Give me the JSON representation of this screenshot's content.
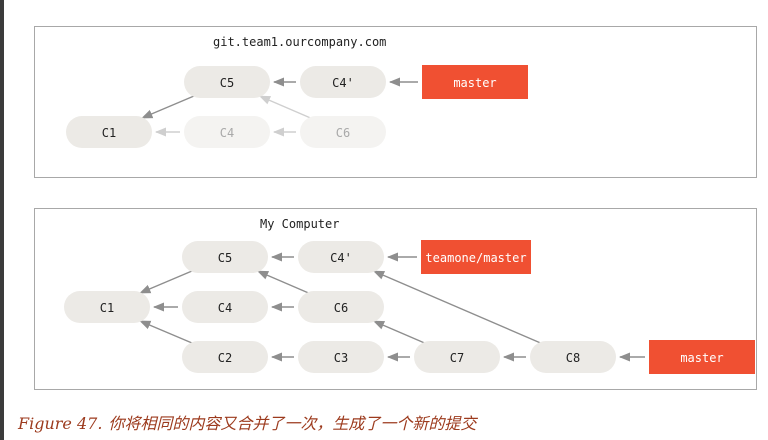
{
  "caption": {
    "figure_number": "Figure 47.",
    "text": "你将相同的内容又合并了一次，生成了一个新的提交"
  },
  "colors": {
    "branch": "#f05032",
    "commit_fill": "#eceae6",
    "arrow": "#8e8e8e",
    "caption": "#9c3a1d"
  },
  "top_panel": {
    "title": "git.team1.ourcompany.com",
    "commits": [
      {
        "id": "C1",
        "faded": false
      },
      {
        "id": "C5",
        "faded": false
      },
      {
        "id": "C4'",
        "faded": false
      },
      {
        "id": "C4",
        "faded": true
      },
      {
        "id": "C6",
        "faded": true
      }
    ],
    "branches": [
      {
        "label": "master",
        "points_to": "C4'"
      }
    ],
    "parent_links": [
      {
        "child": "C5",
        "parent": "C1",
        "faded": false
      },
      {
        "child": "C4'",
        "parent": "C5",
        "faded": false
      },
      {
        "child": "C4",
        "parent": "C1",
        "faded": true
      },
      {
        "child": "C6",
        "parent": "C4",
        "faded": true
      },
      {
        "child": "C6",
        "parent": "C5",
        "faded": true
      }
    ]
  },
  "bottom_panel": {
    "title": "My Computer",
    "commits": [
      {
        "id": "C1"
      },
      {
        "id": "C5"
      },
      {
        "id": "C4'"
      },
      {
        "id": "C4"
      },
      {
        "id": "C6"
      },
      {
        "id": "C2"
      },
      {
        "id": "C3"
      },
      {
        "id": "C7"
      },
      {
        "id": "C8"
      }
    ],
    "branches": [
      {
        "label": "teamone/master",
        "points_to": "C4'"
      },
      {
        "label": "master",
        "points_to": "C8"
      }
    ],
    "parent_links": [
      {
        "child": "C5",
        "parent": "C1"
      },
      {
        "child": "C4",
        "parent": "C1"
      },
      {
        "child": "C2",
        "parent": "C1"
      },
      {
        "child": "C4'",
        "parent": "C5"
      },
      {
        "child": "C6",
        "parent": "C4"
      },
      {
        "child": "C6",
        "parent": "C5"
      },
      {
        "child": "C3",
        "parent": "C2"
      },
      {
        "child": "C7",
        "parent": "C3"
      },
      {
        "child": "C7",
        "parent": "C6"
      },
      {
        "child": "C8",
        "parent": "C7"
      },
      {
        "child": "C8",
        "parent": "C4'"
      }
    ]
  }
}
